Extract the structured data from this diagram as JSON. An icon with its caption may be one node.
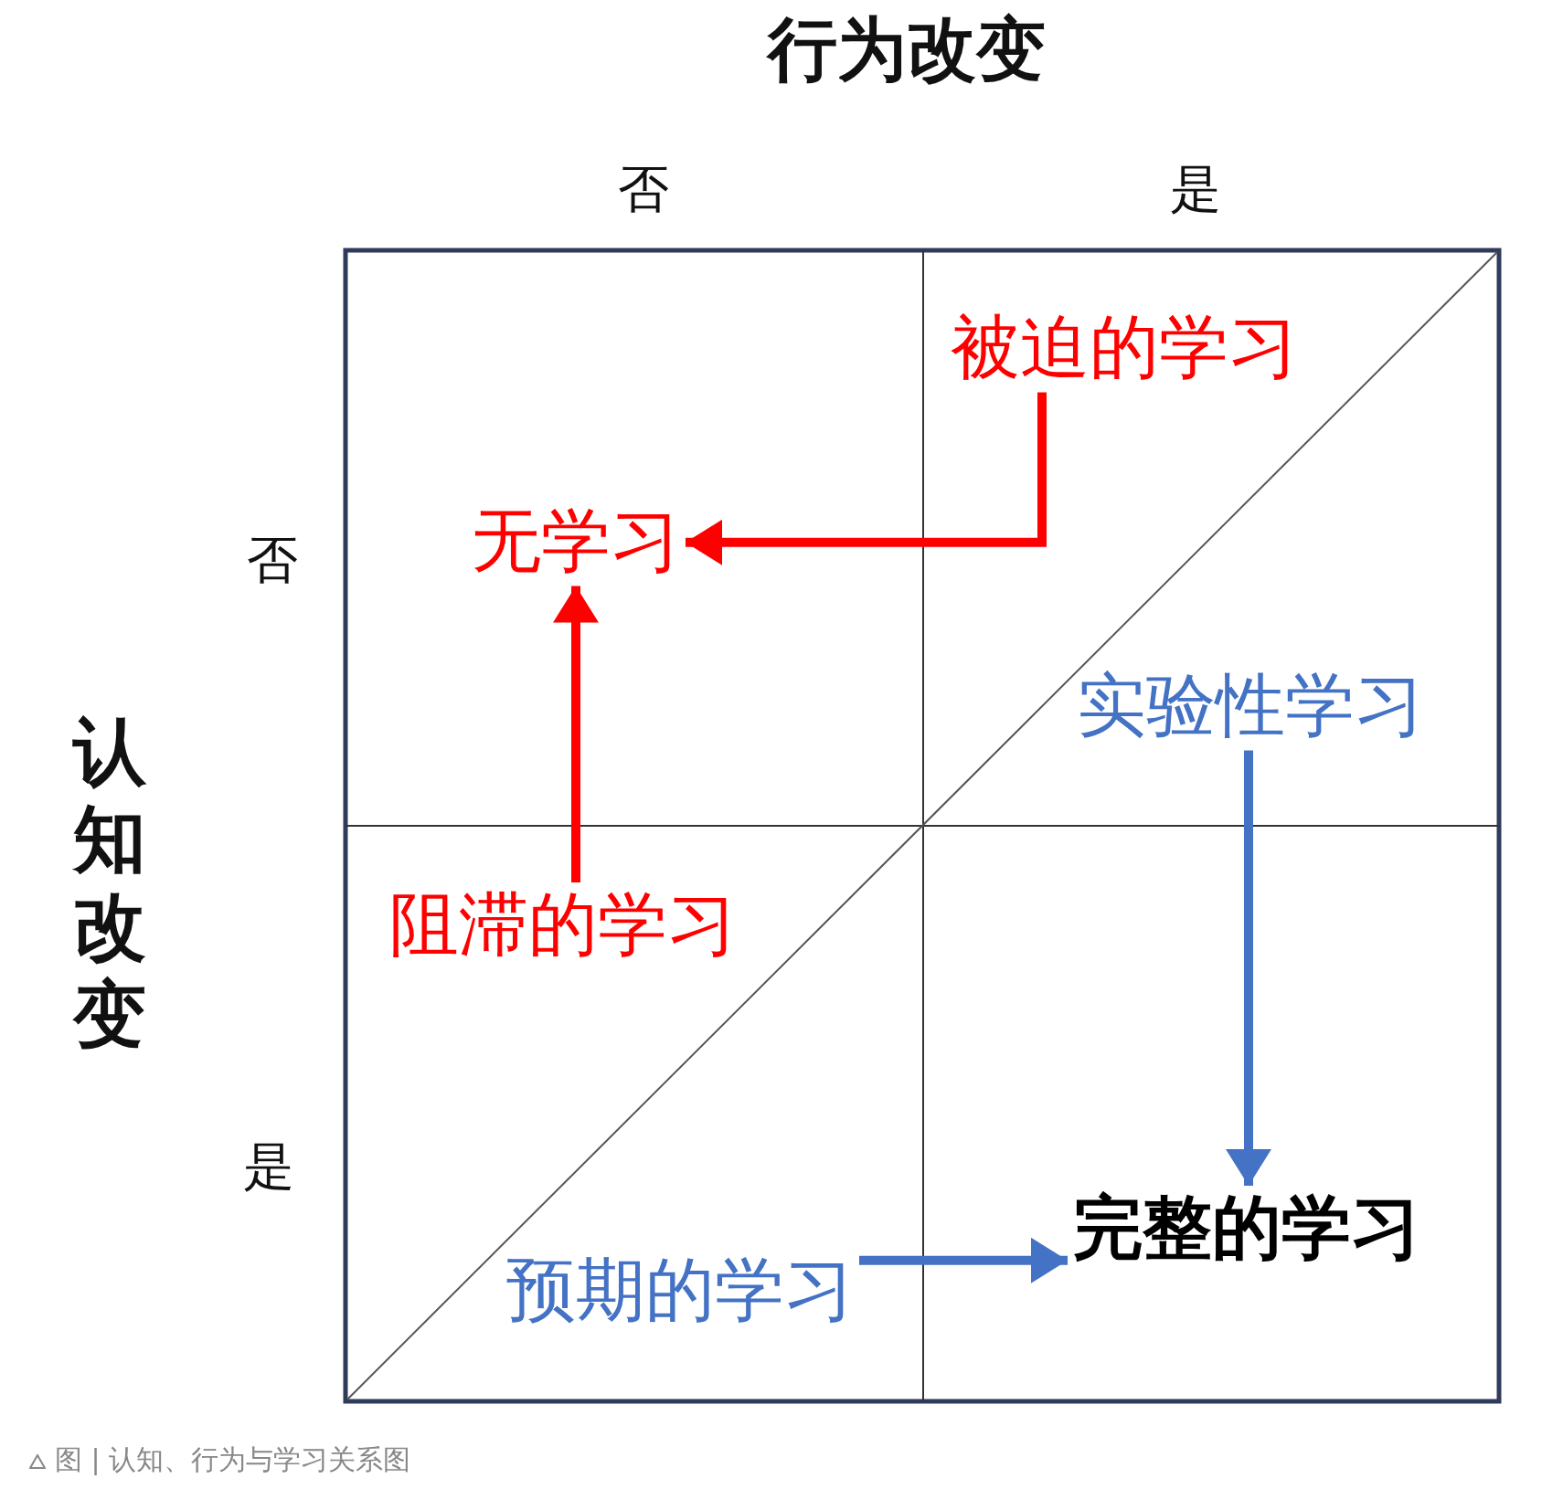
{
  "diagram": {
    "caption": "图 | 认知、行为与学习关系图",
    "nodes": [
      {
        "text": [
          "被迫的学习"
        ]
      },
      {
        "text": [
          "无学习"
        ]
      },
      {
        "text": [
          "实验性学习"
        ]
      },
      {
        "text": [
          "阻滞的学习"
        ]
      },
      {
        "text": [
          "预期的学习"
        ]
      },
      {
        "text": [
          "完整的学习"
        ]
      }
    ],
    "edges": [
      {
        "from": 0,
        "to": 1,
        "arrow": "to",
        "color": "#ff0000"
      },
      {
        "from": 3,
        "to": 1,
        "arrow": "to",
        "color": "#ff0000"
      },
      {
        "from": 2,
        "to": 5,
        "arrow": "to",
        "color": "#4472c4"
      },
      {
        "from": 4,
        "to": 5,
        "arrow": "to",
        "color": "#4472c4"
      }
    ],
    "labels": [
      "行为改变",
      "否",
      "是",
      "认知改变",
      "否",
      "是"
    ]
  }
}
